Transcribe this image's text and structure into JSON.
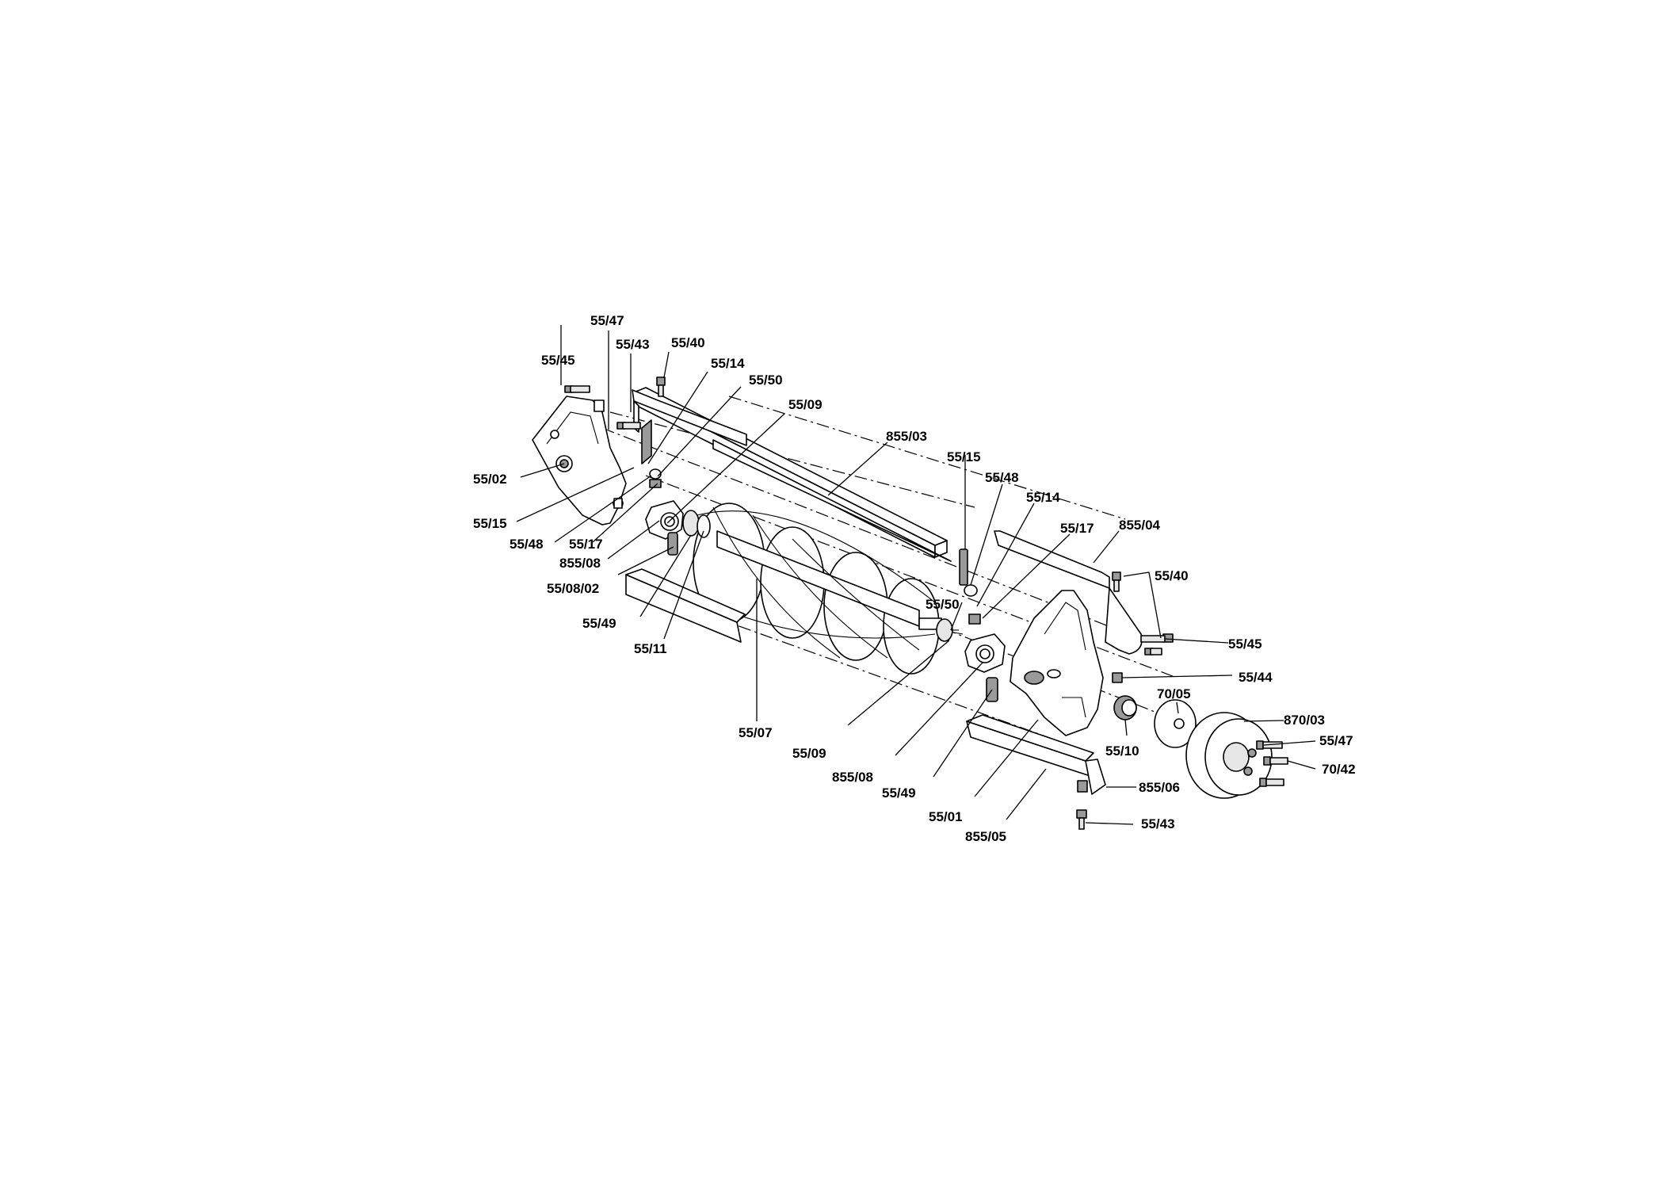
{
  "labels": {
    "l_55_47_top": "55/47",
    "l_55_45_left": "55/45",
    "l_55_43_top": "55/43",
    "l_55_40_left": "55/40",
    "l_55_14_left": "55/14",
    "l_55_50_left": "55/50",
    "l_55_09_top": "55/09",
    "l_855_03": "855/03",
    "l_55_02": "55/02",
    "l_55_15_left": "55/15",
    "l_55_48_left": "55/48",
    "l_55_17_left": "55/17",
    "l_855_08_left": "855/08",
    "l_55_08_02": "55/08/02",
    "l_55_49_left": "55/49",
    "l_55_11": "55/11",
    "l_55_07": "55/07",
    "l_55_15_right": "55/15",
    "l_55_48_right": "55/48",
    "l_55_14_right": "55/14",
    "l_55_17_right": "55/17",
    "l_855_04": "855/04",
    "l_55_40_right": "55/40",
    "l_55_50_right": "55/50",
    "l_55_45_right": "55/45",
    "l_55_44": "55/44",
    "l_70_05": "70/05",
    "l_870_03": "870/03",
    "l_55_47_right": "55/47",
    "l_70_42": "70/42",
    "l_55_10": "55/10",
    "l_855_06": "855/06",
    "l_55_09_bottom": "55/09",
    "l_855_08_bottom": "855/08",
    "l_55_49_bottom": "55/49",
    "l_55_01": "55/01",
    "l_55_43_bottom": "55/43",
    "l_855_05": "855/05"
  }
}
